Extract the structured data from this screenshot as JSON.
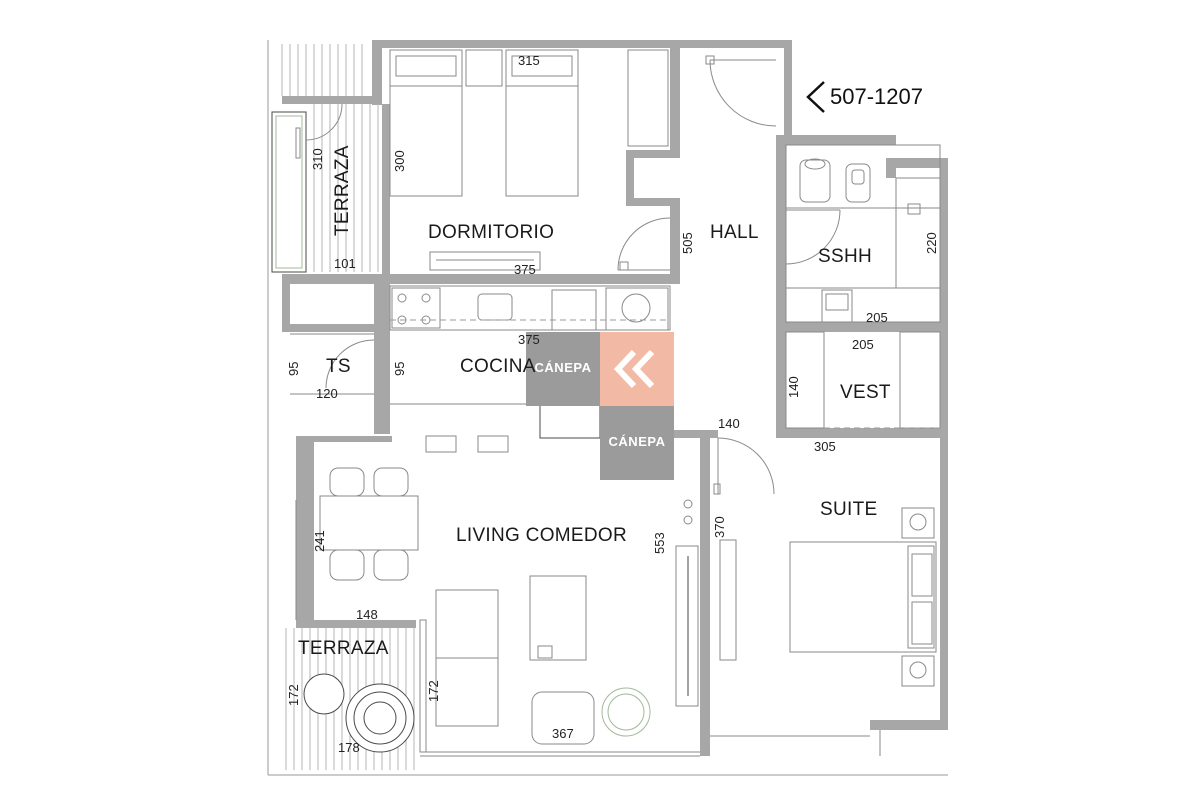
{
  "unit_label": "507-1207",
  "rooms": {
    "dormitorio": "DORMITORIO",
    "hall": "HALL",
    "sshh": "SSHH",
    "terraza_upper": "TERRAZA",
    "ts": "TS",
    "cocina": "COCINA",
    "vest": "VEST",
    "living": "LIVING COMEDOR",
    "suite": "SUITE",
    "terraza_lower": "TERRAZA"
  },
  "dimensions": {
    "d315": "315",
    "d300": "300",
    "d310": "310",
    "d101": "101",
    "d375_dorm": "375",
    "d505": "505",
    "d220": "220",
    "d205_sshh": "205",
    "d375_cocina": "375",
    "d95_ts": "95",
    "d95_cocina": "95",
    "d120": "120",
    "d205_vest": "205",
    "d140_vest": "140",
    "d140_hall": "140",
    "d305": "305",
    "d241": "241",
    "d553": "553",
    "d370": "370",
    "d148": "148",
    "d172_left": "172",
    "d172_right": "172",
    "d178": "178",
    "d367": "367"
  },
  "watermarks": {
    "brand_1": "CÁNEPA",
    "brand_2": "CÁNEPA"
  },
  "colors": {
    "wall": "#a7a7a7",
    "watermark_gray": "#9b9b9b",
    "watermark_accent": "#f2b9a4"
  }
}
